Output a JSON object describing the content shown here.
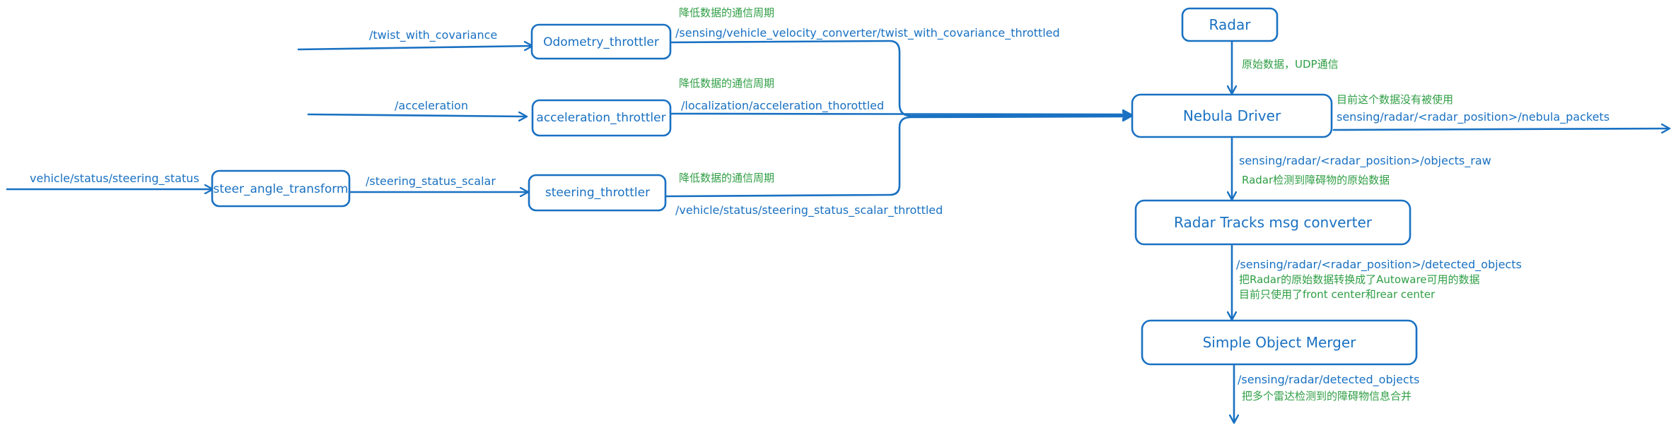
{
  "colors": {
    "node": "#1971c2",
    "topic": "#1971c2",
    "note": "#2f9e44",
    "background": "#ffffff"
  },
  "nodes": {
    "odometry_throttler": "Odometry_throttler",
    "acceleration_throttler": "acceleration_throttler",
    "steer_angle_transform": "steer_angle_transform",
    "steering_throttler": "steering_throttler",
    "radar": "Radar",
    "nebula_driver": "Nebula Driver",
    "radar_tracks_converter": "Radar Tracks msg converter",
    "simple_object_merger": "Simple Object Merger"
  },
  "topics": {
    "twist_with_covariance": "/twist_with_covariance",
    "acceleration": "/acceleration",
    "steering_status_in": "vehicle/status/steering_status",
    "steering_status_scalar": "/steering_status_scalar",
    "twist_throttled": "/sensing/vehicle_velocity_converter/twist_with_covariance_throttled",
    "acceleration_throttled": "/localization/acceleration_thorottled",
    "steering_throttled": "/vehicle/status/steering_status_scalar_throttled",
    "nebula_packets": "sensing/radar/<radar_position>/nebula_packets",
    "objects_raw": "sensing/radar/<radar_position>/objects_raw",
    "detected_objects_position": "/sensing/radar/<radar_position>/detected_objects",
    "detected_objects": "/sensing/radar/detected_objects"
  },
  "notes": {
    "reduce_period_1": "降低数据的通信周期",
    "reduce_period_2": "降低数据的通信周期",
    "reduce_period_3": "降低数据的通信周期",
    "raw_udp": "原始数据，UDP通信",
    "unused": "目前这个数据没有被使用",
    "radar_raw_obstacles": "Radar检测到障碍物的原始数据",
    "convert_autoware": "把Radar的原始数据转换成了Autoware可用的数据",
    "front_rear_only": "目前只使用了front center和rear center",
    "merge_radars": "把多个雷达检测到的障碍物信息合并"
  }
}
